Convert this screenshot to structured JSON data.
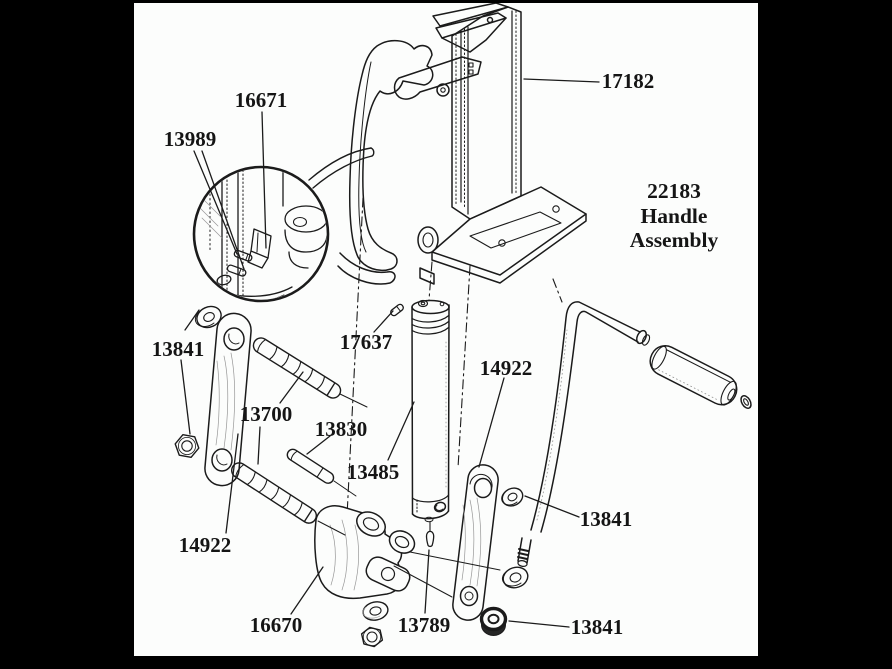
{
  "assembly": {
    "number": "22183",
    "name_line1": "Handle",
    "name_line2": "Assembly"
  },
  "parts": {
    "bracket": "17182",
    "screw_detail": "16671",
    "pin_detail": "13989",
    "washer_top": "13841",
    "pin_17637": "17637",
    "stud": "13700",
    "pin_13830": "13830",
    "cylinder": "13485",
    "link_left": "14922",
    "link_right": "14922",
    "washer_right": "13841",
    "yoke": "16670",
    "pin_13789": "13789",
    "washer_bottom": "13841"
  },
  "colors": {
    "letterbox": "#000000",
    "paper": "#fcfdfc",
    "ink": "#1b1b1b"
  }
}
